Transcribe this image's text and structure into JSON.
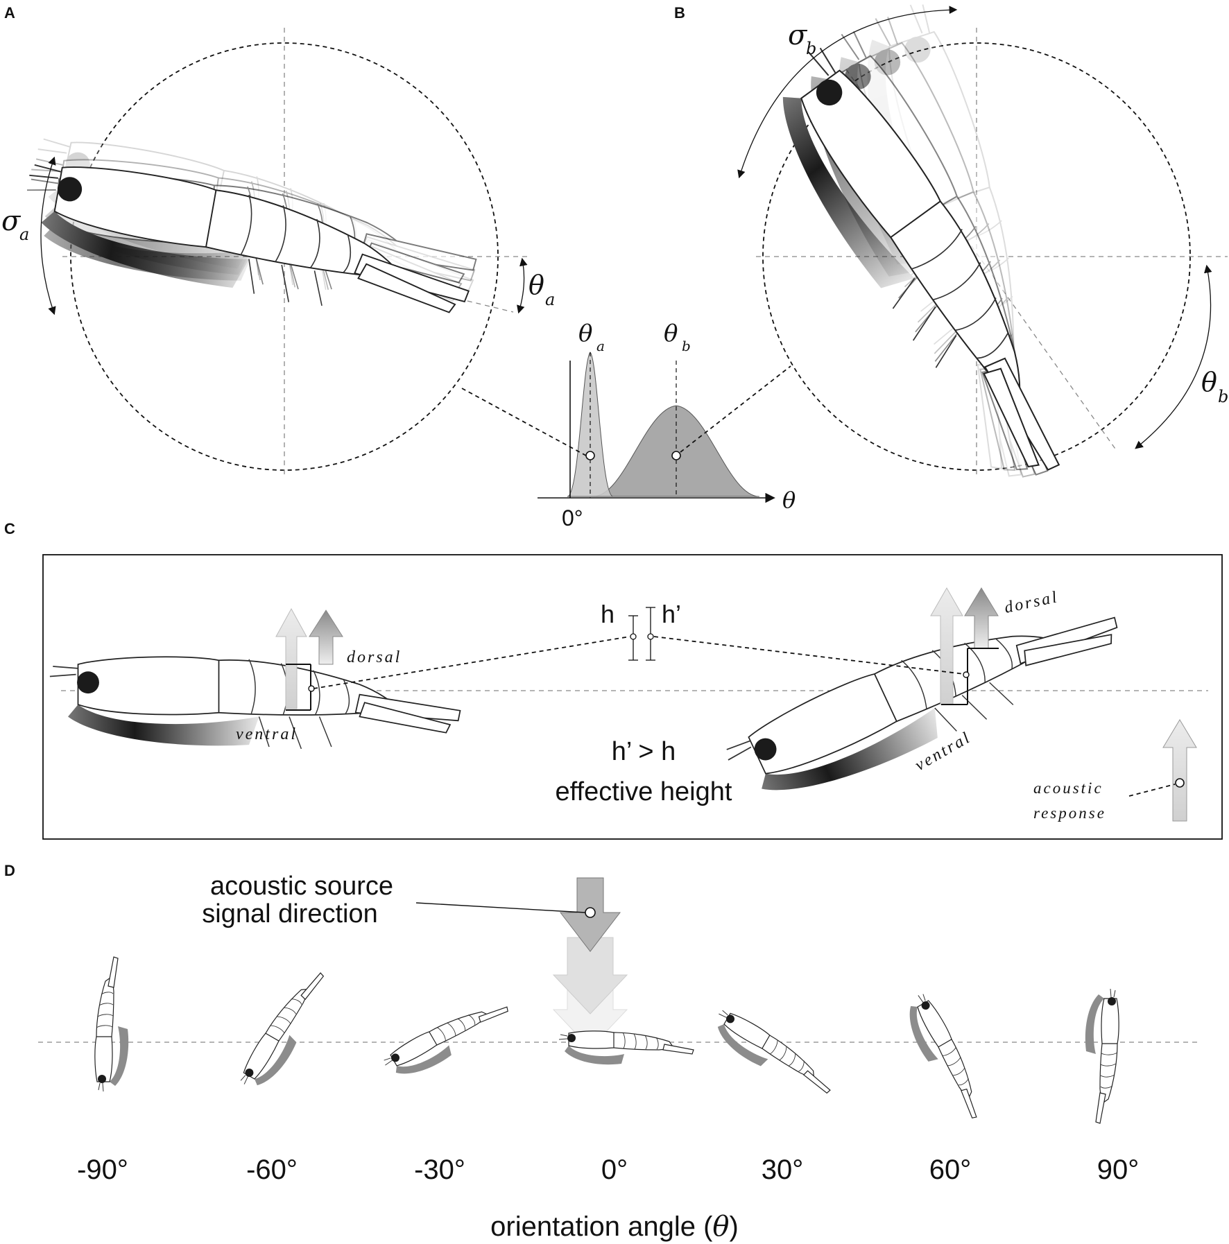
{
  "panels": {
    "a_letter": "A",
    "b_letter": "B",
    "c_letter": "C",
    "d_letter": "D"
  },
  "panel_a": {
    "sigma": "σ",
    "sigma_sub": "a",
    "theta": "θ",
    "theta_sub": "a"
  },
  "panel_b": {
    "sigma": "σ",
    "sigma_sub": "b",
    "theta": "θ",
    "theta_sub": "b"
  },
  "distribution": {
    "peak_a_label": "θ",
    "peak_a_sub": "a",
    "peak_b_label": "θ",
    "peak_b_sub": "b",
    "zero_label": "0°",
    "axis_label": "θ"
  },
  "panel_c": {
    "h_label": "h",
    "h_prime_label": "h’",
    "dorsal_left": "dorsal",
    "ventral_left": "ventral",
    "dorsal_right": "dorsal",
    "ventral_right": "ventral",
    "comparison": "h’ > h",
    "effective_height": "effective height",
    "legend_line1": "acoustic",
    "legend_line2": "response"
  },
  "panel_d": {
    "source_line1": "acoustic source",
    "source_line2": "signal direction",
    "angles": [
      "-90°",
      "-60°",
      "-30°",
      "0°",
      "30°",
      "60°",
      "90°"
    ],
    "axis_title_text": "orientation angle (",
    "axis_title_symbol": "θ",
    "axis_title_close": ")"
  },
  "colors": {
    "ink": "#111111",
    "legs_dark": "#2a2a2a",
    "legs_grey": "#8c8c8c",
    "gauss_fill": "#c9c9c9",
    "gauss_fill_dark": "#a9a9a9",
    "arrow_light": "#e6e6e6",
    "arrow_mid": "#bdbdbd",
    "arrow_dark": "#9a9a9a"
  }
}
